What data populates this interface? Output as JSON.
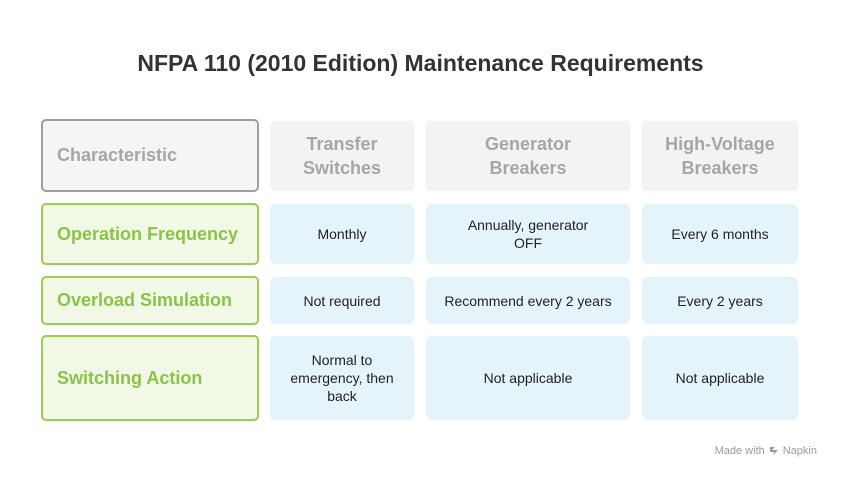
{
  "title": "NFPA 110 (2010 Edition) Maintenance Requirements",
  "table": {
    "corner_label": "Characteristic",
    "columns": [
      "Transfer Switches",
      "Generator Breakers",
      "High-Voltage Breakers"
    ],
    "rows": [
      {
        "label": "Operation Frequency",
        "cells": [
          "Monthly",
          "Annually, generator OFF",
          "Every 6 months"
        ]
      },
      {
        "label": "Overload Simulation",
        "cells": [
          "Not required",
          "Recommend every 2 years",
          "Every 2 years"
        ]
      },
      {
        "label": "Switching Action",
        "cells": [
          "Normal to emergency, then back",
          "Not applicable",
          "Not applicable"
        ]
      }
    ]
  },
  "watermark": {
    "made_with": "Made with",
    "brand": "Napkin",
    "icon": "napkin-logo-icon"
  },
  "colors": {
    "row_header": "#8bc34a",
    "data_cell_bg": "#e5f4fb",
    "header_bg": "#f3f3f3"
  }
}
